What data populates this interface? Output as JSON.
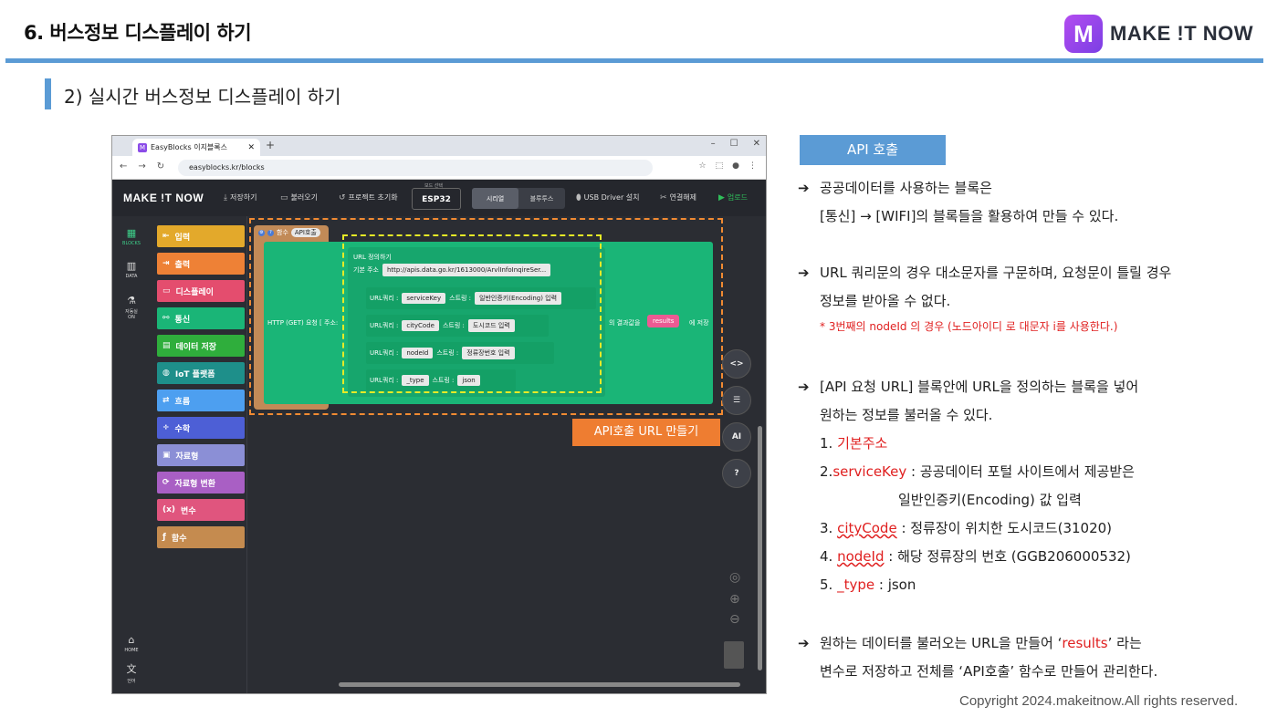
{
  "slide": {
    "title": "6. 버스정보 디스플레이 하기",
    "subtitle": "2) 실시간 버스정보 디스플레이 하기",
    "logo_mark": "M",
    "logo_text": "MAKE !T NOW",
    "copyright": "Copyright 2024.makeitnow.All rights reserved."
  },
  "browser": {
    "tab_title": "EasyBlocks 이지블록스",
    "url": "easyblocks.kr/blocks"
  },
  "app": {
    "logo": "MAKE !T NOW",
    "toolbar": {
      "save": "저장하기",
      "load": "불러오기",
      "reset": "프로젝트 초기화",
      "board_label": "보드 선택",
      "board": "ESP32",
      "serial": "시리얼",
      "bluetooth": "블루투스",
      "usb_driver": "USB Driver 설치",
      "disconnect": "연결해제",
      "upload": "업로드"
    },
    "rail": {
      "blocks": "BLOCKS",
      "data": "DATA",
      "ai_toggle": "자동실",
      "ai_state": "ON",
      "home": "HOME",
      "language": "언어"
    },
    "categories": [
      {
        "label": "입력",
        "color": "#e3a92b"
      },
      {
        "label": "출력",
        "color": "#ee8136"
      },
      {
        "label": "디스플레이",
        "color": "#e44d6e"
      },
      {
        "label": "통신",
        "color": "#1ab577"
      },
      {
        "label": "데이터 저장",
        "color": "#2fae3c"
      },
      {
        "label": "IoT 플랫폼",
        "color": "#1e8f8a"
      },
      {
        "label": "흐름",
        "color": "#4d9ff0"
      },
      {
        "label": "수학",
        "color": "#4d5fd6"
      },
      {
        "label": "자료형",
        "color": "#8b8fd6"
      },
      {
        "label": "자료형 변환",
        "color": "#a95fc4"
      },
      {
        "label": "변수",
        "color": "#e0557e"
      },
      {
        "label": "함수",
        "color": "#c58b4f"
      }
    ],
    "blocks": {
      "function_prefix": "함수",
      "function_name": "API호출",
      "http_label": "HTTP (GET) 요청 [ 주소:",
      "result_label": "의 결과값을",
      "result_var": "results",
      "store_label": "에 저장",
      "url_define": "URL 정의하기",
      "base_label": "기본 주소",
      "base_url": "http://apis.data.go.kr/1613000/ArvlInfoInqireSer...",
      "query_label": "URL쿼리 :",
      "string_label": "스트링 :",
      "queries": [
        {
          "key": "serviceKey",
          "value": "일반인증키(Encoding) 입력"
        },
        {
          "key": "cityCode",
          "value": "도시코드 입력"
        },
        {
          "key": "nodeId",
          "value": "정류장번호 입력"
        },
        {
          "key": "_type",
          "value": "json"
        }
      ]
    },
    "overlay_label": "API호출 URL 만들기",
    "side_buttons": [
      "<>",
      "☰",
      "AI",
      "?"
    ]
  },
  "explain": {
    "header": "API 호출",
    "p1_line1": "공공데이터를 사용하는 블록은",
    "p1_line2": "[통신] → [WIFI]의 블록들을 활용하여 만들 수 있다.",
    "p2_line1": "URL 쿼리문의 경우 대소문자를 구문하며, 요청문이 틀릴 경우",
    "p2_line2": "정보를 받아올 수 없다.",
    "p2_note": "* 3번째의 nodeId 의 경우 (노드아이디 로 대문자 i를 사용한다.)",
    "p3_line1": "[API 요청 URL] 블록안에 URL을 정의하는 블록을 넣어",
    "p3_line2": "원하는 정보를 불러올 수 있다.",
    "items": [
      {
        "num": "1.",
        "key": "기본주소",
        "desc": ""
      },
      {
        "num": "2.",
        "key": "serviceKey",
        "desc": " : 공공데이터 포털 사이트에서 제공받은"
      },
      {
        "num": "",
        "key": "",
        "desc": "일반인증키(Encoding) 값 입력"
      },
      {
        "num": "3.",
        "key": "cityCode",
        "desc": " : 정류장이 위치한 도시코드(31020)"
      },
      {
        "num": "4.",
        "key": "nodeId",
        "desc": " : 해당 정류장의 번호 (GGB206000532)"
      },
      {
        "num": "5.",
        "key": "_type",
        "desc": " : json"
      }
    ],
    "p4_line1_a": "원하는 데이터를 불러오는 URL을 만들어 ‘",
    "p4_line1_b": "results",
    "p4_line1_c": "’ 라는",
    "p4_line2": "변수로 저장하고 전체를 ‘API호출’ 함수로 만들어 관리한다."
  }
}
